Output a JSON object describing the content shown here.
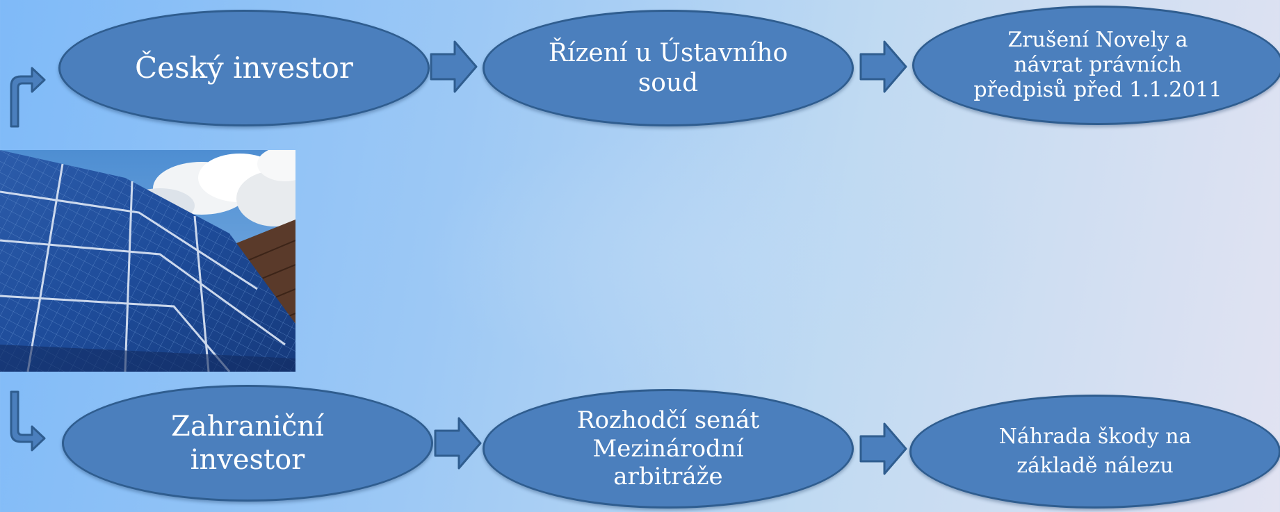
{
  "diagram": {
    "top_row": {
      "start": "Český investor",
      "middle": "Řízení u Ústavního\nsoud",
      "end": "Zrušení Novely a\nnávrat právních\npředpisů před 1.1.2011"
    },
    "bottom_row": {
      "start": "Zahraniční\ninvestor",
      "middle": "Rozhodčí senát\nMezinárodní\narbitráže",
      "end": "Náhrada škody na\nzákladě nálezu"
    }
  },
  "colors": {
    "node_fill": "#4b7fbd",
    "node_border": "#2f5d8f",
    "arrow_fill": "#4b7fbd",
    "arrow_stroke": "#2f5d8f"
  },
  "icons": {
    "connector": "block-arrow-right",
    "top_bend": "bent-up-arrow",
    "bottom_bend": "bent-down-arrow",
    "image": "solar-panels-photo"
  }
}
